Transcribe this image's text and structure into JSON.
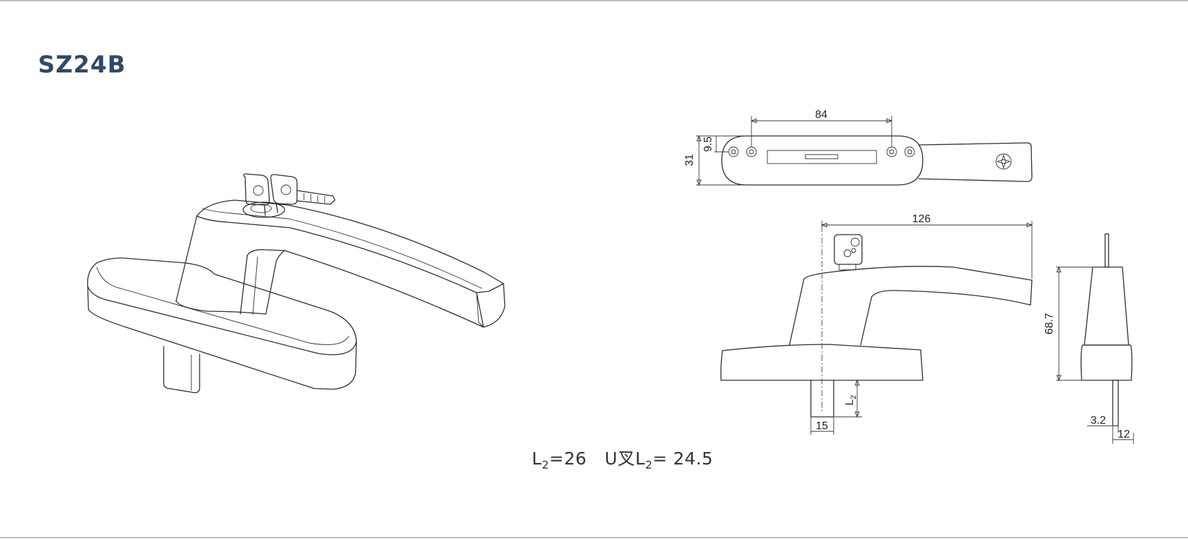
{
  "title": "SZ24B",
  "dimensions": {
    "hole_spacing": "84",
    "hole_offset": "9.5",
    "plate_width": "31",
    "handle_length": "126",
    "height": "68.7",
    "spindle_length_label": "L",
    "spindle_length_sub": "2",
    "spindle_width": "15",
    "spindle_offset": "3.2",
    "spindle_end": "12"
  },
  "formula": {
    "l2_prefix": "L",
    "l2_sub": "2",
    "l2_value": "=26",
    "u_prefix": "U叉L",
    "u_sub": "2",
    "u_value": "= 24.5"
  },
  "colors": {
    "title": "#2f4a66",
    "line": "#2b2b2b",
    "rule": "#bdbdbd"
  }
}
